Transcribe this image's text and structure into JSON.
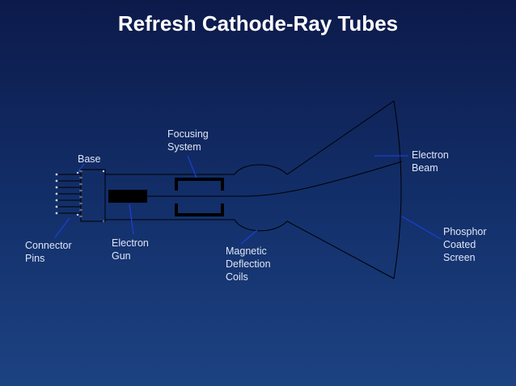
{
  "title": "Refresh Cathode-Ray Tubes",
  "labels": {
    "base": "Base",
    "focusing_line1": "Focusing",
    "focusing_line2": "System",
    "electron_beam_line1": "Electron",
    "electron_beam_line2": "Beam",
    "connector_line1": "Connector",
    "connector_line2": "Pins",
    "electron_gun_line1": "Electron",
    "electron_gun_line2": "Gun",
    "magnetic_line1": "Magnetic",
    "magnetic_line2": "Deflection",
    "magnetic_line3": "Coils",
    "phosphor_line1": "Phosphor",
    "phosphor_line2": "Coated",
    "phosphor_line3": "Screen"
  },
  "colors": {
    "outline": "#000000",
    "leader": "#1b3fd0",
    "label_text": "#dfe6f5"
  }
}
